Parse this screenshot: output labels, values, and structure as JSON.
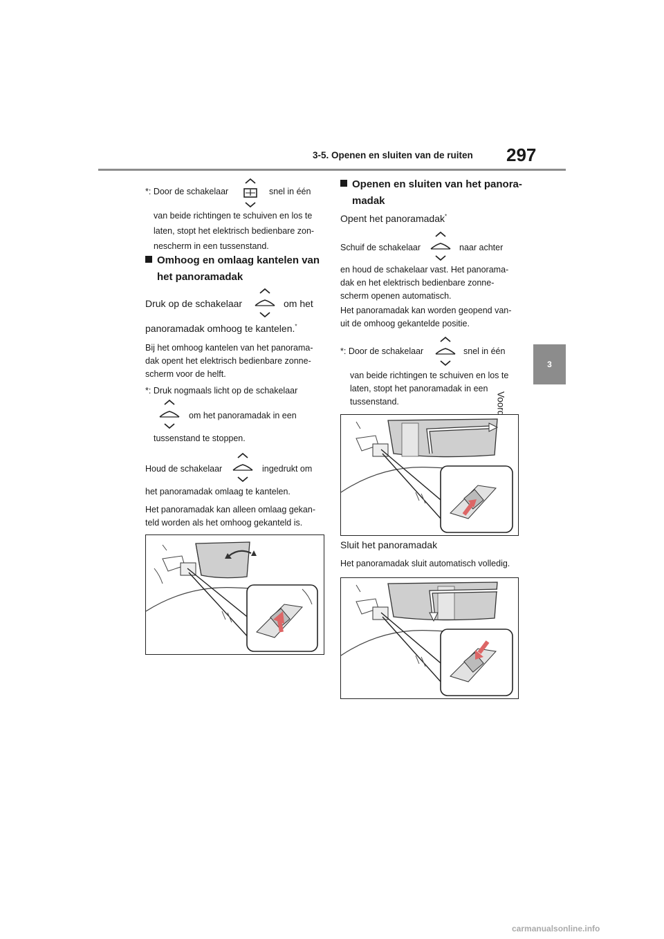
{
  "header": {
    "section_title": "3-5. Openen en sluiten van de ruiten",
    "page_number": "297"
  },
  "side_tab": {
    "chapter_number": "3",
    "chapter_title": "Voordat u gaat rijden"
  },
  "left": {
    "note1_star": "*",
    "note1_pre": ": Door de schakelaar",
    "note1_post": "snel in één",
    "note1_line2": "van beide richtingen te schuiven en los te",
    "note1_line3": "laten, stopt het elektrisch bedienbare zon-",
    "note1_line4": "nescherm in een tussenstand.",
    "heading_line1": "Omhoog en omlaag kantelen van",
    "heading_line2": "het panoramadak",
    "tilt_pre": "Druk op de schakelaar",
    "tilt_post": "om het",
    "tilt_line2": "panoramadak omhoog te kantelen.",
    "tilt_star": "*",
    "half_line1": "Bij het omhoog kantelen van het panorama-",
    "half_line2": "dak opent het elektrisch bedienbare zonne-",
    "half_line3": "scherm voor de helft.",
    "note2_star": "*",
    "note2_line1": ": Druk nogmaals licht op de schakelaar",
    "note2_post": "om het panoramadak in een",
    "note2_line3": "tussenstand te stoppen.",
    "hold_pre": "Houd de schakelaar",
    "hold_post": "ingedrukt om",
    "hold_line2": "het panoramadak omlaag te kantelen.",
    "only_line1": "Het panoramadak kan alleen omlaag gekan-",
    "only_line2": "teld worden als het omhoog gekanteld is."
  },
  "right": {
    "heading_line1": "Openen en sluiten van het panora-",
    "heading_line2": "madak",
    "open_title": "Opent het panoramadak",
    "open_star": "*",
    "slide_pre": "Schuif de schakelaar",
    "slide_post": "naar achter",
    "slide_line2": "en houd de schakelaar vast. Het panorama-",
    "slide_line3": "dak en het elektrisch bedienbare zonne-",
    "slide_line4": "scherm openen automatisch.",
    "open_from_line1": "Het panoramadak kan worden geopend van-",
    "open_from_line2": "uit de omhoog gekantelde positie.",
    "note3_star": "*",
    "note3_pre": ": Door de schakelaar",
    "note3_post": "snel in één",
    "note3_line2": "van beide richtingen te schuiven en los te",
    "note3_line3": "laten, stopt het panoramadak in een",
    "note3_line4": "tussenstand.",
    "close_title": "Sluit het panoramadak",
    "close_desc": "Het panoramadak sluit automatisch volledig."
  },
  "footer": {
    "watermark": "carmanualsonline.info"
  }
}
